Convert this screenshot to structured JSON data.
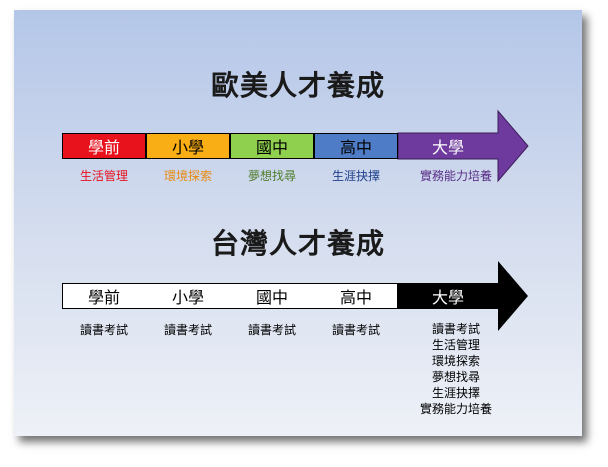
{
  "top": {
    "title": "歐美人才養成",
    "stages": [
      {
        "label": "學前",
        "sub": "生活管理",
        "fill": "#e8121d",
        "text_color": "#ffffff",
        "sub_color": "#e8121d"
      },
      {
        "label": "小學",
        "sub": "環境探索",
        "fill": "#f9ae15",
        "text_color": "#000000",
        "sub_color": "#e88a10"
      },
      {
        "label": "國中",
        "sub": "夢想找尋",
        "fill": "#8fd14f",
        "text_color": "#000000",
        "sub_color": "#4f7e2a"
      },
      {
        "label": "高中",
        "sub": "生涯抉擇",
        "fill": "#4f7cc6",
        "text_color": "#000000",
        "sub_color": "#1e3f8a"
      },
      {
        "label": "大學",
        "sub": "實務能力培養",
        "fill": "#6f3a9e",
        "text_color": "#ffffff",
        "sub_color": "#5a2e86"
      }
    ]
  },
  "bottom": {
    "title": "台灣人才養成",
    "stages": [
      {
        "label": "學前",
        "sub": "讀書考試"
      },
      {
        "label": "小學",
        "sub": "讀書考試"
      },
      {
        "label": "國中",
        "sub": "讀書考試"
      },
      {
        "label": "高中",
        "sub": "讀書考試"
      },
      {
        "label": "大學",
        "subs": [
          "讀書考試",
          "生活管理",
          "環境探索",
          "夢想找尋",
          "生涯抉擇",
          "實務能力培養"
        ]
      }
    ],
    "bar_fill": "#ffffff",
    "arrow_fill": "#000000"
  }
}
